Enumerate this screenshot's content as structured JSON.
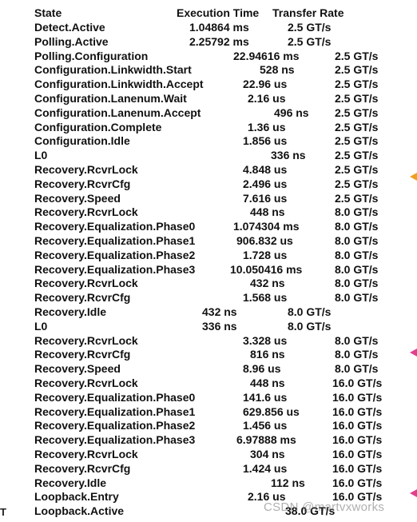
{
  "headers": {
    "state": "State",
    "execution_time": "Execution Time",
    "transfer_rate": "Transfer Rate"
  },
  "rows": [
    {
      "state": "Detect.Active",
      "time": "1.04864 ms",
      "rate": "2.5 GT/s"
    },
    {
      "state": "Polling.Active",
      "time": "2.25792 ms",
      "rate": "2.5 GT/s"
    },
    {
      "state": "Polling.Configuration",
      "time": "22.94616 ms",
      "rate": "2.5 GT/s"
    },
    {
      "state": "Configuration.Linkwidth.Start",
      "time": "528 ns",
      "rate": "2.5 GT/s"
    },
    {
      "state": "Configuration.Linkwidth.Accept",
      "time": "22.96 us",
      "rate": "2.5 GT/s"
    },
    {
      "state": "Configuration.Lanenum.Wait",
      "time": "2.16 us",
      "rate": "2.5 GT/s"
    },
    {
      "state": "Configuration.Lanenum.Accept",
      "time": "496 ns",
      "rate": "2.5 GT/s"
    },
    {
      "state": "Configuration.Complete",
      "time": "1.36 us",
      "rate": "2.5 GT/s"
    },
    {
      "state": "Configuration.Idle",
      "time": "1.856 us",
      "rate": "2.5 GT/s"
    },
    {
      "state": "L0",
      "time": "336 ns",
      "rate": "2.5 GT/s"
    },
    {
      "state": "Recovery.RcvrLock",
      "time": "4.848 us",
      "rate": "2.5 GT/s"
    },
    {
      "state": "Recovery.RcvrCfg",
      "time": "2.496 us",
      "rate": "2.5 GT/s"
    },
    {
      "state": "Recovery.Speed",
      "time": "7.616 us",
      "rate": "2.5 GT/s"
    },
    {
      "state": "Recovery.RcvrLock",
      "time": "448 ns",
      "rate": "8.0 GT/s"
    },
    {
      "state": "Recovery.Equalization.Phase0",
      "time": "1.074304 ms",
      "rate": "8.0 GT/s"
    },
    {
      "state": "Recovery.Equalization.Phase1",
      "time": "906.832 us",
      "rate": "8.0 GT/s"
    },
    {
      "state": "Recovery.Equalization.Phase2",
      "time": "1.728 us",
      "rate": "8.0 GT/s"
    },
    {
      "state": "Recovery.Equalization.Phase3",
      "time": "10.050416 ms",
      "rate": "8.0 GT/s"
    },
    {
      "state": "Recovery.RcvrLock",
      "time": "432 ns",
      "rate": "8.0 GT/s"
    },
    {
      "state": "Recovery.RcvrCfg",
      "time": "1.568 us",
      "rate": "8.0 GT/s"
    },
    {
      "state": "Recovery.Idle",
      "time": "432 ns",
      "rate": "8.0 GT/s"
    },
    {
      "state": "L0",
      "time": "336 ns",
      "rate": "8.0 GT/s"
    },
    {
      "state": "Recovery.RcvrLock",
      "time": "3.328 us",
      "rate": "8.0 GT/s"
    },
    {
      "state": "Recovery.RcvrCfg",
      "time": "816 ns",
      "rate": "8.0 GT/s"
    },
    {
      "state": "Recovery.Speed",
      "time": "8.96 us",
      "rate": "8.0 GT/s"
    },
    {
      "state": "Recovery.RcvrLock",
      "time": "448 ns",
      "rate": "16.0 GT/s"
    },
    {
      "state": "Recovery.Equalization.Phase0",
      "time": "141.6 us",
      "rate": "16.0 GT/s"
    },
    {
      "state": "Recovery.Equalization.Phase1",
      "time": "629.856 us",
      "rate": "16.0 GT/s"
    },
    {
      "state": "Recovery.Equalization.Phase2",
      "time": "1.456 us",
      "rate": "16.0 GT/s"
    },
    {
      "state": "Recovery.Equalization.Phase3",
      "time": "6.97888 ms",
      "rate": "16.0 GT/s"
    },
    {
      "state": "Recovery.RcvrLock",
      "time": "304 ns",
      "rate": "16.0 GT/s"
    },
    {
      "state": "Recovery.RcvrCfg",
      "time": "1.424 us",
      "rate": "16.0 GT/s"
    },
    {
      "state": "Recovery.Idle",
      "time": "112 ns",
      "rate": "16.0 GT/s"
    },
    {
      "state": "Loopback.Entry",
      "time": "2.16 us",
      "rate": "16.0 GT/s"
    },
    {
      "state": "Loopback.Active",
      "time": "38.0 GT/s",
      "rate": ""
    }
  ],
  "edge_letter": "T",
  "watermark": "CSDN @martvxworks",
  "colors": {
    "marker_orange": "#f0a020",
    "marker_pink": "#e0408c"
  }
}
